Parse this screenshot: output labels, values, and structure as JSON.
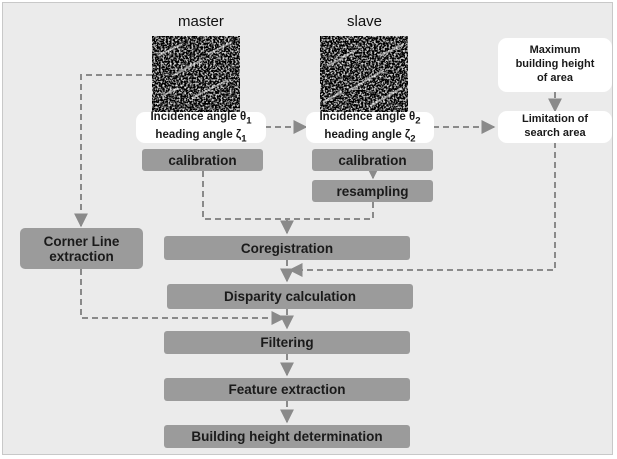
{
  "sensors": {
    "master": {
      "label": "master",
      "incidence_prefix": "Incidence angle θ",
      "incidence_sub": "1",
      "heading_prefix": "heading angle ζ",
      "heading_sub": "1"
    },
    "slave": {
      "label": "slave",
      "incidence_prefix": "Incidence angle θ",
      "incidence_sub": "2",
      "heading_prefix": "heading angle ζ",
      "heading_sub": "2"
    }
  },
  "nodes": {
    "max_height": {
      "line1": "Maximum",
      "line2": "building height",
      "line3": "of area"
    },
    "limitation": {
      "line1": "Limitation of",
      "line2": "search area"
    },
    "calibration_master": "calibration",
    "calibration_slave": "calibration",
    "resampling": "resampling",
    "corner_line": {
      "line1": "Corner Line",
      "line2": "extraction"
    },
    "coregistration": "Coregistration",
    "disparity": "Disparity calculation",
    "filtering": "Filtering",
    "feature": "Feature extraction",
    "building_height": "Building height determination"
  },
  "colors": {
    "background": "#ebebeb",
    "process_box": "#9b9b9b",
    "info_box": "#ffffff",
    "connector": "#8a8a8a"
  }
}
